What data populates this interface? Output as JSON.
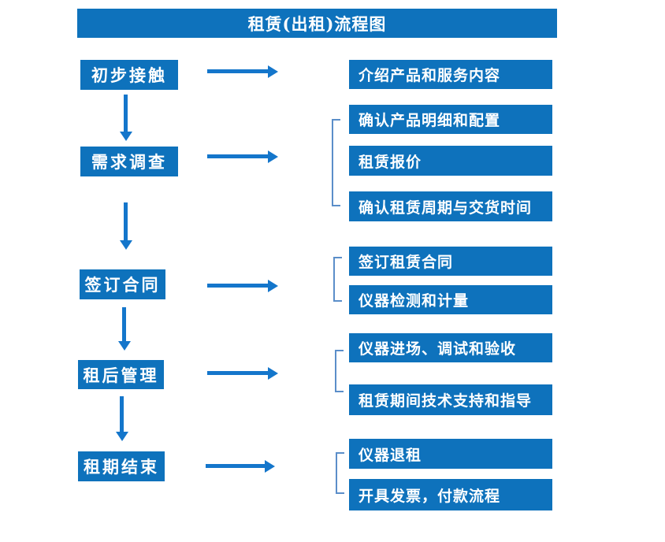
{
  "title": "租赁(出租)流程图",
  "colors": {
    "box_blue": "#0e72bc",
    "arrow_blue": "#1476cb",
    "bracket_blue": "#5b8ec9",
    "text_white": "#ffffff"
  },
  "flow": {
    "groups": [
      {
        "step": "初步接触",
        "details": [
          "介绍产品和服务内容"
        ]
      },
      {
        "step": "需求调查",
        "details": [
          "确认产品明细和配置",
          "租赁报价",
          "确认租赁周期与交货时间"
        ]
      },
      {
        "step": "签订合同",
        "details": [
          "签订租赁合同",
          "仪器检测和计量"
        ]
      },
      {
        "step": "租后管理",
        "details": [
          "仪器进场、调试和验收",
          "租赁期间技术支持和指导"
        ]
      },
      {
        "step": "租期结束",
        "details": [
          "仪器退租",
          "开具发票，付款流程"
        ]
      }
    ]
  }
}
